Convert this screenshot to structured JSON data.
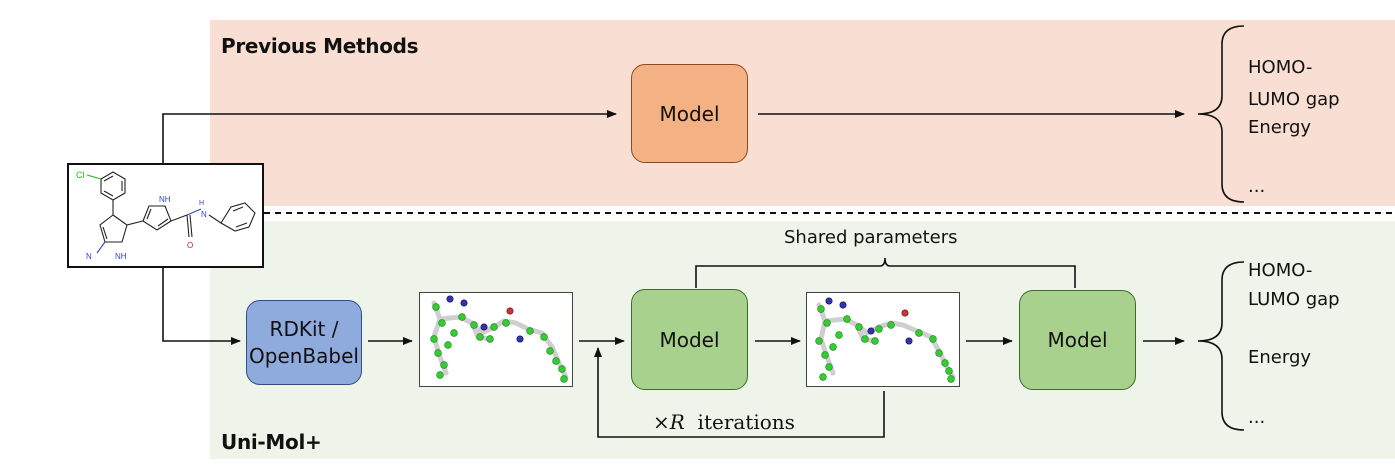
{
  "top_section": {
    "title": "Previous Methods",
    "model_label": "Model",
    "outputs": [
      "HOMO-",
      "LUMO gap",
      "Energy",
      "..."
    ]
  },
  "bottom_section": {
    "title": "Uni-Mol+",
    "tool_label_line1": "RDKit /",
    "tool_label_line2": "OpenBabel",
    "model1_label": "Model",
    "model2_label": "Model",
    "shared_label": "Shared parameters",
    "iterations_prefix": "×",
    "iterations_var": "R",
    "iterations_suffix": "iterations",
    "outputs": [
      "HOMO-",
      "LUMO gap",
      "Energy",
      "..."
    ]
  },
  "molecule": {
    "atom_labels": [
      "Cl",
      "NH",
      "N",
      "NH",
      "O",
      "H",
      "N"
    ],
    "colors": {
      "chlorine": "#22bb22",
      "nitrogen": "#3344cc",
      "oxygen": "#cc2222"
    }
  },
  "colors": {
    "top_band": "#f9dfd3",
    "bottom_band": "#eef4ea",
    "model_orange": "#f4b183",
    "model_green": "#a9d18e",
    "tool_blue": "#8faadc",
    "atom_carbon": "#33cc33",
    "atom_nitrogen": "#3333aa",
    "atom_oxygen": "#cc3333"
  }
}
